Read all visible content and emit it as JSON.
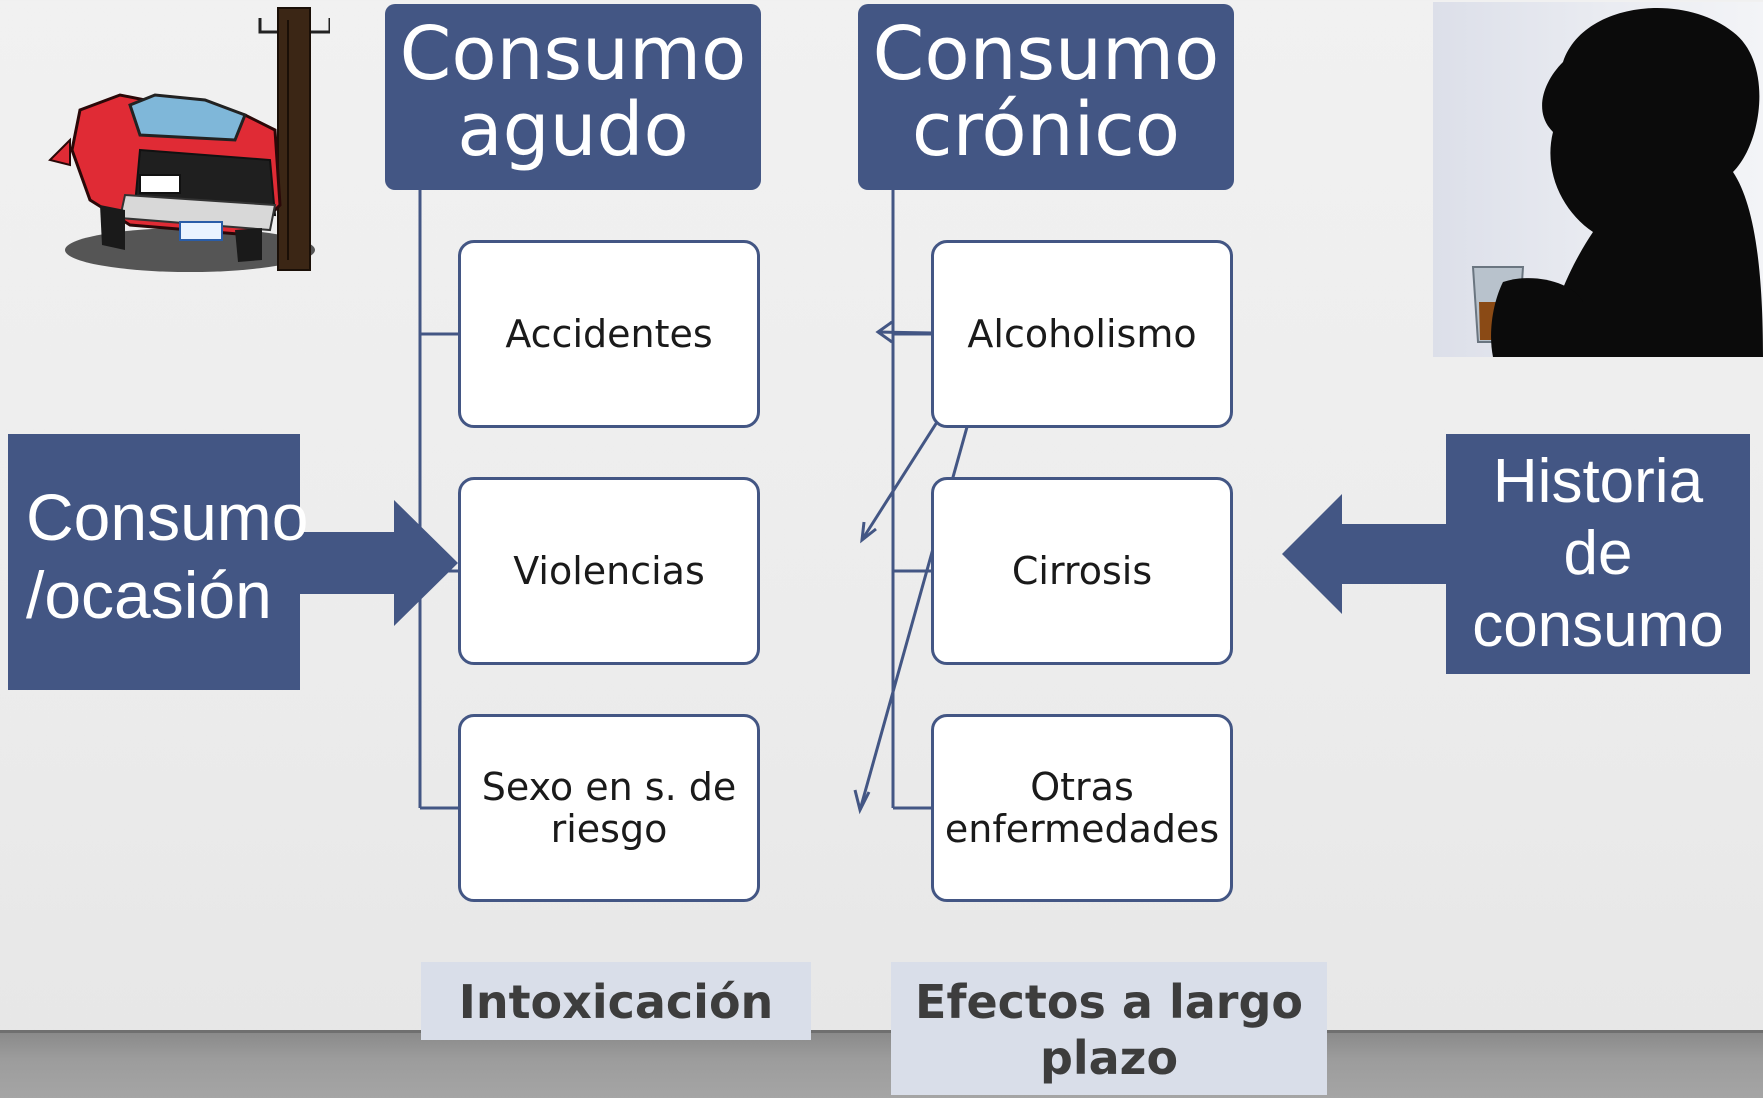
{
  "headers": {
    "acute": [
      "Consumo",
      "agudo"
    ],
    "chronic": [
      "Consumo",
      "crónico"
    ]
  },
  "acute_items": [
    "Accidentes",
    "Violencias",
    "Sexo en s. de riesgo"
  ],
  "chronic_items": [
    "Alcoholismo",
    "Cirrosis",
    "Otras enfermedades"
  ],
  "left_box": [
    "Consumo",
    "/ocasión"
  ],
  "right_box": [
    "Historia",
    "de",
    "consumo"
  ],
  "bottom_labels": {
    "acute": "Intoxicación",
    "chronic": "Efectos a largo plazo"
  },
  "colors": {
    "primary": "#435684",
    "label_bg": "#d9dee9",
    "car_red": "#e02b35"
  },
  "illustrations": {
    "left": "crashed-car-illustration",
    "right": "silhouette-with-drink-photo"
  }
}
